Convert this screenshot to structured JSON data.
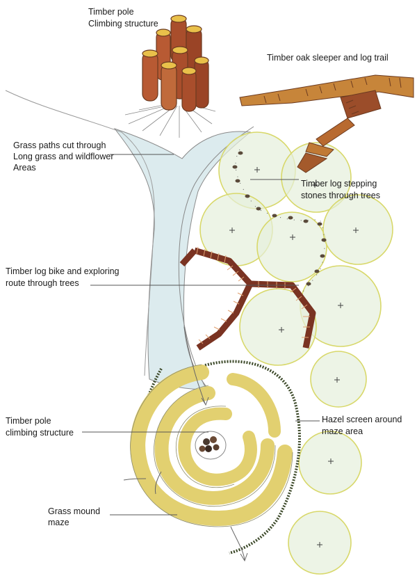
{
  "labels": {
    "climbing_top_line1": "Timber pole",
    "climbing_top_line2": "Climbing structure",
    "oak_trail": "Timber oak sleeper and log trail",
    "grass_paths_line1": "Grass paths cut through",
    "grass_paths_line2": "Long grass and wildflower",
    "grass_paths_line3": "Areas",
    "stepping_line1": "Timber log stepping",
    "stepping_line2": "stones through trees",
    "bike_line1": "Timber log bike and exploring",
    "bike_line2": "route through trees",
    "hazel_line1": "Hazel  screen around",
    "hazel_line2": "maze area",
    "climbing_mid_line1": "Timber pole",
    "climbing_mid_line2": "climbing structure",
    "mound_line1": "Grass mound",
    "mound_line2": "maze"
  },
  "colors": {
    "tree_outline": "#d8d86a",
    "tree_fill": "#e6f0dc",
    "grass_area": "#dcebee",
    "timber": "#8a3e2a",
    "timber_light": "#c7702e",
    "mound": "#e2d070",
    "hedge": "#3d4a2a",
    "pencil": "#777777"
  }
}
